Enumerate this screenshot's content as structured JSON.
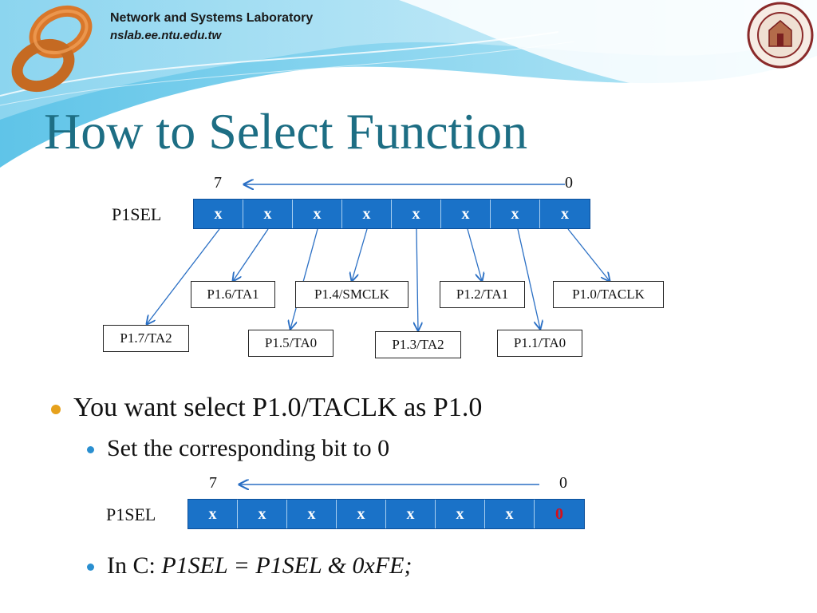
{
  "header": {
    "lab_name": "Network and Systems Laboratory",
    "lab_url": "nslab.ee.ntu.edu.tw"
  },
  "title": "How to Select Function",
  "diagram_top": {
    "msb_label": "7",
    "lsb_label": "0",
    "register_label": "P1SEL",
    "bits": [
      "x",
      "x",
      "x",
      "x",
      "x",
      "x",
      "x",
      "x"
    ],
    "pins": [
      "P1.7/TA2",
      "P1.6/TA1",
      "P1.5/TA0",
      "P1.4/SMCLK",
      "P1.3/TA2",
      "P1.2/TA1",
      "P1.1/TA0",
      "P1.0/TACLK"
    ]
  },
  "bullets": {
    "main": "You want select P1.0/TACLK as P1.0",
    "sub1": "Set the corresponding bit to 0",
    "sub2_prefix": "In C: ",
    "sub2_code": "P1SEL = P1SEL & 0xFE;"
  },
  "diagram_bottom": {
    "msb_label": "7",
    "lsb_label": "0",
    "register_label": "P1SEL",
    "bits": [
      "x",
      "x",
      "x",
      "x",
      "x",
      "x",
      "x",
      "0"
    ],
    "highlight_bit_color": "#d4101a"
  },
  "colors": {
    "title": "#1d6e84",
    "register_fill": "#1a72c8",
    "arrow": "#2a6fc4",
    "bullet_main": "#e6a11c",
    "bullet_sub": "#2a8fd0"
  }
}
